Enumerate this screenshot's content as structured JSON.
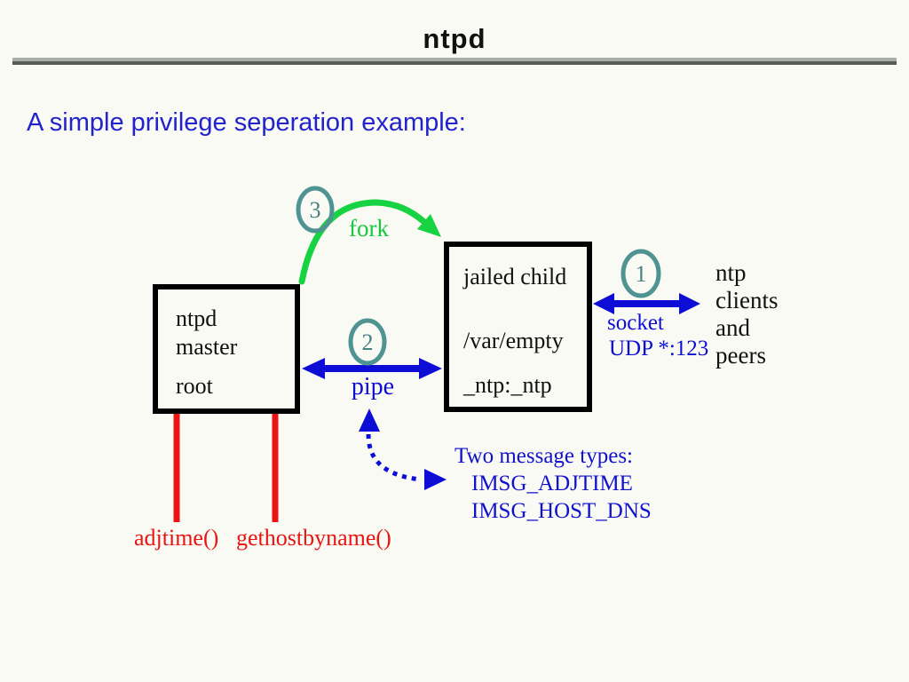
{
  "page": {
    "title": "ntpd",
    "subtitle": "A simple privilege seperation example:"
  },
  "colors": {
    "background": "#f8faf3",
    "subtitle_blue": "#2323cd",
    "diagram_blue": "#0d0dd6",
    "diagram_red": "#e91414",
    "diagram_green": "#17d341",
    "step_circle_teal": "#4f9392",
    "rule_light": "#a9aea9",
    "rule_dark": "#575c57"
  },
  "diagram": {
    "master_box": {
      "line1": "ntpd",
      "line2": "master",
      "line3": "root"
    },
    "child_box": {
      "line1": "jailed child",
      "line2": "/var/empty",
      "line3": "_ntp:_ntp"
    },
    "steps": {
      "step1": "1",
      "step2": "2",
      "step3": "3"
    },
    "fork_label": "fork",
    "pipe_label": "pipe",
    "socket_label": "socket",
    "udp_label": "UDP *:123",
    "peers_text": {
      "line1": "ntp",
      "line2": "clients",
      "line3": "and",
      "line4": "peers"
    },
    "messages": {
      "title": "Two message types:",
      "msg1": "IMSG_ADJTIME",
      "msg2": "IMSG_HOST_DNS"
    },
    "syscalls": {
      "call1": "adjtime()",
      "call2": "gethostbyname()"
    }
  }
}
